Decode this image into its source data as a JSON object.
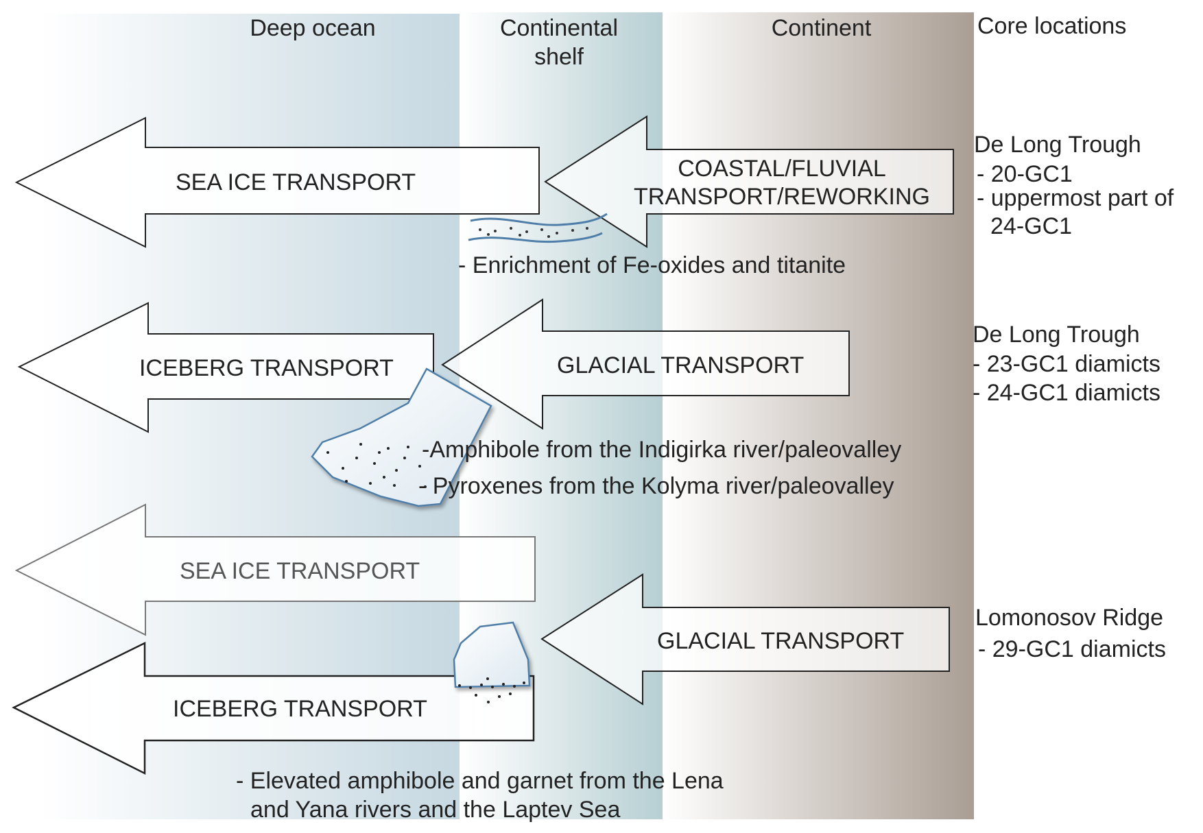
{
  "zones": {
    "deep_ocean": "Deep ocean",
    "shelf_line1": "Continental",
    "shelf_line2": "shelf",
    "continent": "Continent",
    "core_locations": "Core locations"
  },
  "arrows": {
    "sea_ice_1": "SEA ICE TRANSPORT",
    "coastal_line1": "COASTAL/FLUVIAL",
    "coastal_line2": "TRANSPORT/REWORKING",
    "iceberg_1": "ICEBERG TRANSPORT",
    "glacial_1": "GLACIAL TRANSPORT",
    "sea_ice_2": "SEA ICE TRANSPORT",
    "glacial_2": "GLACIAL TRANSPORT",
    "iceberg_2": "ICEBERG TRANSPORT"
  },
  "notes": {
    "fe_oxides": "- Enrichment of Fe-oxides and titanite",
    "amphibole": "-Amphibole from the Indigirka river/paleovalley",
    "pyroxenes": "- Pyroxenes from the Kolyma river/paleovalley",
    "lena_line1": "- Elevated amphibole and garnet from the Lena",
    "lena_line2": "and Yana rivers and the Laptev Sea"
  },
  "cores": {
    "group1": {
      "title": "De Long Trough",
      "items": [
        "- 20-GC1",
        "- uppermost part of",
        "24-GC1"
      ]
    },
    "group2": {
      "title": "De Long Trough",
      "items": [
        "- 23-GC1 diamicts",
        "- 24-GC1 diamicts"
      ]
    },
    "group3": {
      "title": "Lomonosov Ridge",
      "items": [
        "- 29-GC1 diamicts"
      ]
    }
  },
  "colors": {
    "ocean_blue": "#c9d9e2",
    "shelf_teal": "#b9d0d4",
    "continent_brown": "#aea299",
    "ice_outline": "#4f7fa8",
    "arrow_stroke": "#222222",
    "faint_arrow_stroke": "#777777"
  }
}
